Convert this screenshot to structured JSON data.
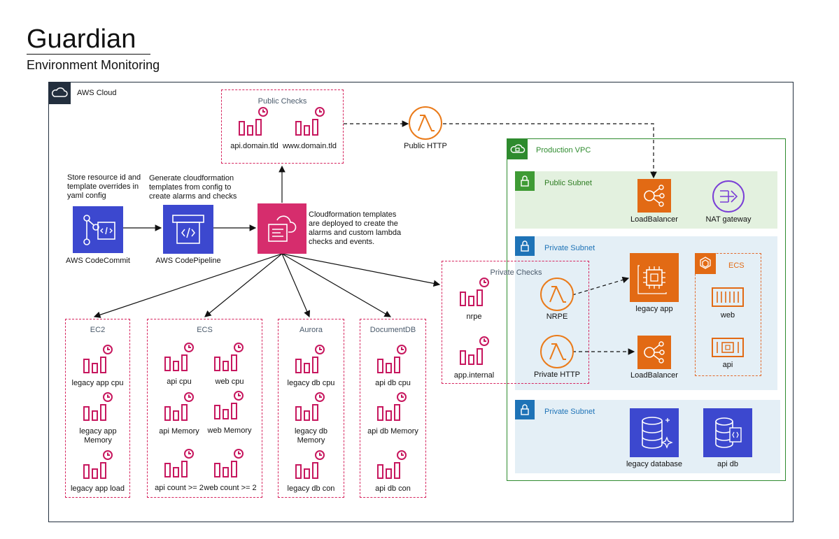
{
  "header": {
    "title": "Guardian",
    "subtitle": "Environment Monitoring"
  },
  "aws_cloud": {
    "label": "AWS Cloud"
  },
  "notes": {
    "store": "Store resource id and template  overrides in yaml config",
    "generate": "Generate cloudformation templates from config to create alarms and checks",
    "deploy": "Cloudformation templates are deployed to create the alarms and custom lambda checks and events."
  },
  "services": {
    "codecommit": "AWS CodeCommit",
    "codepipeline": "AWS CodePipeline"
  },
  "public_checks": {
    "title": "Public Checks",
    "items": [
      "api.domain.tld",
      "www.domain.tld"
    ],
    "lambda": "Public HTTP"
  },
  "groups": {
    "ec2": {
      "title": "EC2",
      "items": [
        "legacy app cpu",
        "legacy app Memory",
        "legacy app load"
      ]
    },
    "ecs": {
      "title": "ECS",
      "items": [
        "api cpu",
        "web cpu",
        "api Memory",
        "web Memory",
        "api count >= 2",
        "web count >= 2"
      ]
    },
    "aurora": {
      "title": "Aurora",
      "items": [
        "legacy db cpu",
        "legacy db Memory",
        "legacy db con"
      ]
    },
    "documentdb": {
      "title": "DocumentDB",
      "items": [
        "api db cpu",
        "api db Memory",
        "api db con"
      ]
    }
  },
  "private_checks": {
    "title": "Private Checks",
    "items": [
      "nrpe",
      "app.internal"
    ],
    "lambdas": [
      "NRPE",
      "Private HTTP"
    ]
  },
  "vpc": {
    "label": "Production VPC",
    "public_subnet": {
      "label": "Public Subnet",
      "items": [
        "LoadBalancer",
        "NAT gateway"
      ]
    },
    "private_subnet_1": {
      "label": "Private Subnet",
      "legacy_app": "legacy app",
      "load_balancer": "LoadBalancer",
      "ecs": {
        "label": "ECS",
        "items": [
          "web",
          "api"
        ]
      }
    },
    "private_subnet_2": {
      "label": "Private Subnet",
      "items": [
        "legacy database",
        "api db"
      ]
    }
  },
  "colors": {
    "alarm": "#c7175e",
    "lambda": "#ea7b1a",
    "orange_fill": "#e26a14",
    "codecommit": "#3c48cf",
    "cloudformation": "#d62d6d",
    "vpc_green": "#2e8b2e",
    "public_subnet": "#e3f1df",
    "private_subnet": "#e4eff6",
    "private_blue": "#1e73b7",
    "nat_purple": "#7a3fd6"
  }
}
